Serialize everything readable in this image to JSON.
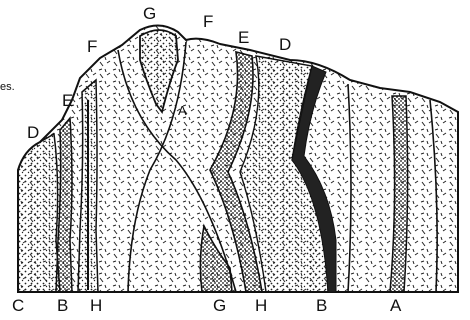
{
  "figure": {
    "cut_text": "es.",
    "labels": {
      "top_G": "G",
      "top_F1": "F",
      "top_F2": "F",
      "top_E1": "E",
      "top_E2": "E",
      "top_D1": "D",
      "top_D2": "D",
      "inner_A": "A",
      "bottom_C": "C",
      "bottom_B1": "B",
      "bottom_H1": "H",
      "bottom_G": "G",
      "bottom_H2": "H",
      "bottom_B2": "B",
      "bottom_A": "A"
    }
  }
}
